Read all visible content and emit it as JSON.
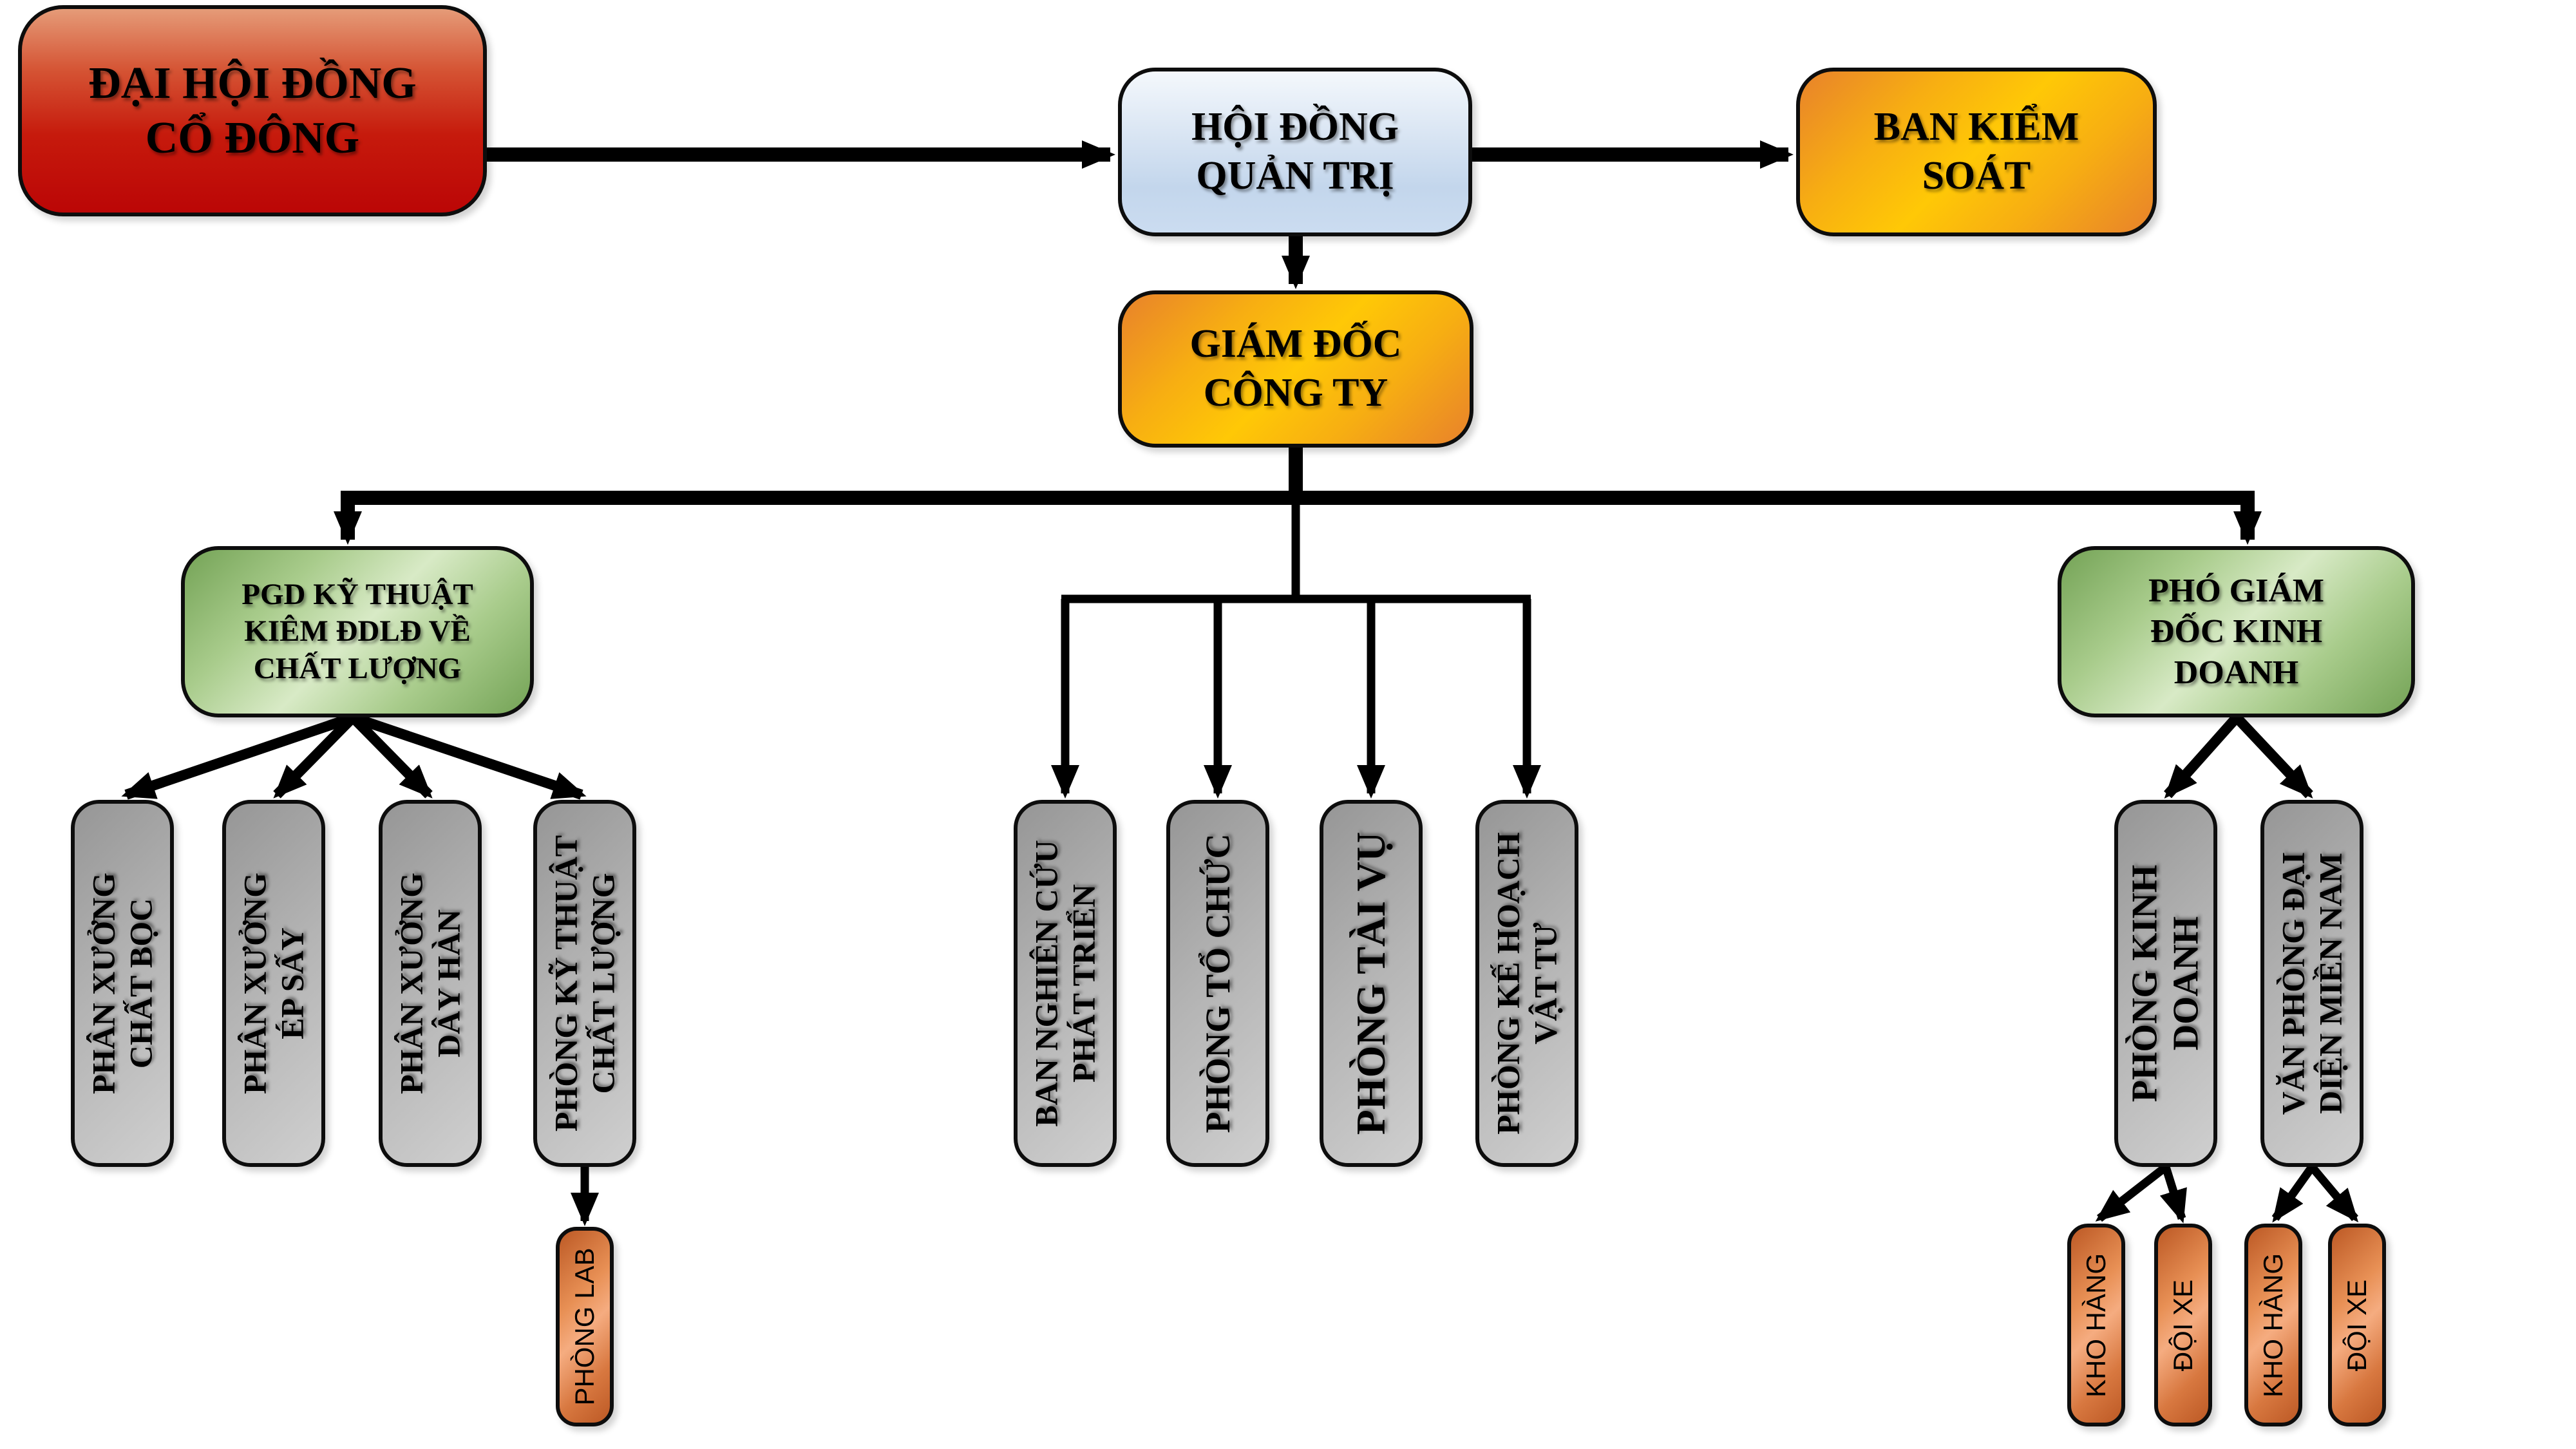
{
  "org": {
    "shareholders": "ĐẠI HỘI ĐỒNG\nCỔ ĐÔNG",
    "board": "HỘI ĐỒNG\nQUẢN TRỊ",
    "supervisory_board": "BAN KIỂM\nSOÁT",
    "director": "GIÁM ĐỐC\nCÔNG TY",
    "deputy_technical": "PGD KỸ THUẬT\nKIÊM ĐDLĐ VỀ\nCHẤT LƯỢNG",
    "deputy_business": "PHÓ GIÁM\nĐỐC KINH\nDOANH",
    "technical_units": [
      "PHÂN XƯỞNG\nCHẤT BỌC",
      "PHÂN XƯỞNG\nÉP SẤY",
      "PHÂN XƯỞNG\nDÂY HÀN",
      "PHÒNG KỸ THUẬT\nCHẤT LƯỢNG"
    ],
    "lab": "PHÒNG LAB",
    "functional_units": [
      "BAN NGHIÊN CỨU\nPHÁT TRIỂN",
      "PHÒNG TỔ CHỨC",
      "PHÒNG TÀI VỤ",
      "PHÒNG KẾ HOẠCH\nVẬT TƯ"
    ],
    "business_units": [
      "PHÒNG KINH DOANH",
      "VĂN PHÒNG ĐẠI\nDIỆN MIỀN NAM"
    ],
    "logistics_units": [
      "KHO HÀNG",
      "ĐỘI XE",
      "KHO HÀNG",
      "ĐỘI XE"
    ]
  },
  "palette": {
    "shareholders_red": "#C00000",
    "board_blue": "#C5D9F1",
    "director_gold": "#FFC000",
    "deputy_green": "#9BBB59",
    "department_gray": "#BFBFBF",
    "unit_copper": "#D4793F",
    "connector_black": "#000000"
  }
}
